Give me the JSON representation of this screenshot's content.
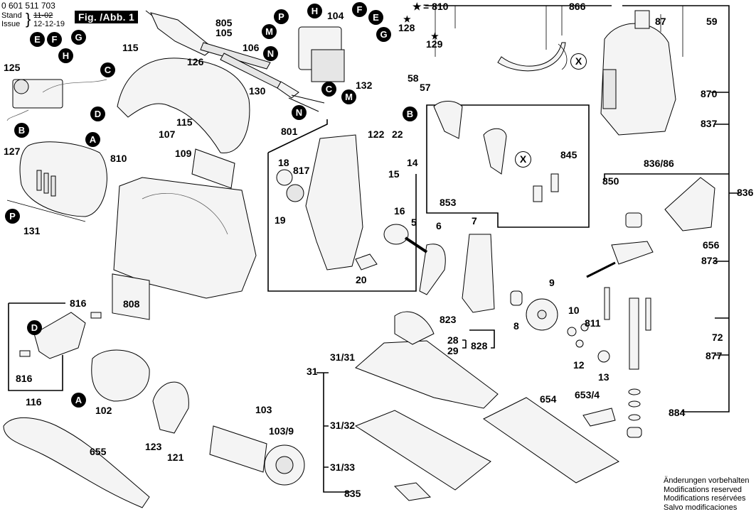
{
  "header": {
    "part_number": "0 601 511 703",
    "stand_label": "Stand",
    "issue_label": "Issue",
    "old_date_struck": "11-02",
    "issue_date": "12-12-19",
    "figure_title": "Fig. /Abb. 1"
  },
  "legend": {
    "star_symbol": "★",
    "star_meaning": "= 810"
  },
  "connector_markers": [
    "A",
    "B",
    "C",
    "D",
    "E",
    "F",
    "G",
    "H",
    "M",
    "N",
    "P",
    "X"
  ],
  "part_labels": {
    "p805_105": [
      "805",
      "105"
    ],
    "p115a": "115",
    "p126": "126",
    "p106": "106",
    "p104": "104",
    "p130": "130",
    "p132": "132",
    "p128": "128",
    "p129": "129",
    "p58": "58",
    "p57": "57",
    "p866": "866",
    "p87": "87",
    "p59": "59",
    "p870": "870",
    "p837": "837",
    "p836_86": "836/86",
    "p850": "850",
    "p836": "836",
    "p125": "125",
    "p127": "127",
    "p131": "131",
    "p810": "810",
    "p107": "107",
    "p115b": "115",
    "p109": "109",
    "p801": "801",
    "p18": "18",
    "p817": "817",
    "p19": "19",
    "p122": "122",
    "p22": "22",
    "p15": "15",
    "p14": "14",
    "p16": "16",
    "p5": "5",
    "p20": "20",
    "p845": "845",
    "p853": "853",
    "p7": "7",
    "p6": "6",
    "p656": "656",
    "p873": "873",
    "p808": "808",
    "p9": "9",
    "p10": "10",
    "p811": "811",
    "p8": "8",
    "p823": "823",
    "p28": "28",
    "p29": "29",
    "p828": "828",
    "p72": "72",
    "p877": "877",
    "p12": "12",
    "p13": "13",
    "p816a": "816",
    "p816b": "816",
    "p116": "116",
    "p102": "102",
    "p31": "31",
    "p31_31": "31/31",
    "p31_32": "31/32",
    "p31_33": "31/33",
    "p835": "835",
    "p654": "654",
    "p653_4": "653/4",
    "p884": "884",
    "p103": "103",
    "p103_9": "103/9",
    "p123": "123",
    "p121": "121",
    "p655": "655"
  },
  "footer_notes": [
    "Änderungen vorbehalten",
    "Modifications reserved",
    "Modifications resérvées",
    "Salvo modificaciones"
  ]
}
